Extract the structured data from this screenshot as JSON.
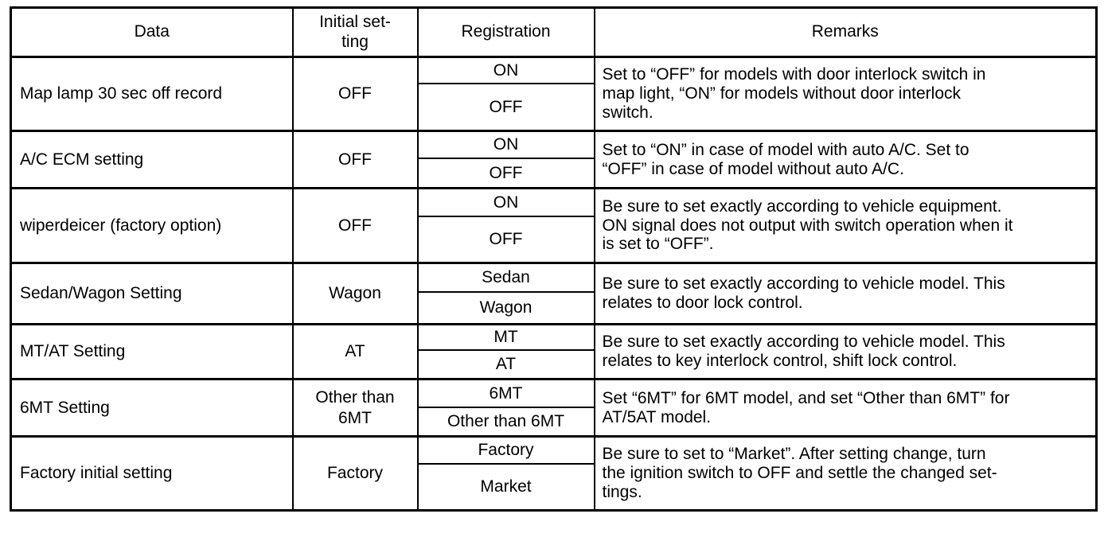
{
  "table": {
    "headers": {
      "data": "Data",
      "initial_setting": "Initial set-\nting",
      "registration": "Registration",
      "remarks": "Remarks"
    },
    "rows": [
      {
        "data": "Map lamp 30 sec off record",
        "initial": "OFF",
        "registration": [
          "ON",
          "OFF"
        ],
        "remarks": "Set to “OFF” for models with door interlock switch in\nmap light, “ON” for models without door interlock\nswitch."
      },
      {
        "data": "A/C ECM setting",
        "initial": "OFF",
        "registration": [
          "ON",
          "OFF"
        ],
        "remarks": "Set to “ON” in case of model with auto A/C. Set to\n“OFF” in case of model without auto A/C."
      },
      {
        "data": "wiperdeicer (factory option)",
        "initial": "OFF",
        "registration": [
          "ON",
          "OFF"
        ],
        "remarks": "Be sure to set exactly according to vehicle equipment.\nON signal does not output with switch operation when it\nis set to “OFF”."
      },
      {
        "data": "Sedan/Wagon Setting",
        "initial": "Wagon",
        "registration": [
          "Sedan",
          "Wagon"
        ],
        "remarks": "Be sure to set exactly according to vehicle model. This\nrelates to door lock control."
      },
      {
        "data": "MT/AT Setting",
        "initial": "AT",
        "registration": [
          "MT",
          "AT"
        ],
        "remarks": "Be sure to set exactly according to vehicle model. This\nrelates to key interlock control, shift lock control."
      },
      {
        "data": "6MT Setting",
        "initial": "Other than\n6MT",
        "registration": [
          "6MT",
          "Other than 6MT"
        ],
        "remarks": "Set “6MT” for 6MT model, and set “Other than 6MT” for\nAT/5AT model."
      },
      {
        "data": "Factory initial setting",
        "initial": "Factory",
        "registration": [
          "Factory",
          "Market"
        ],
        "remarks": "Be sure to set to “Market”. After setting change, turn\nthe ignition switch to OFF and settle the changed set-\ntings."
      }
    ]
  }
}
